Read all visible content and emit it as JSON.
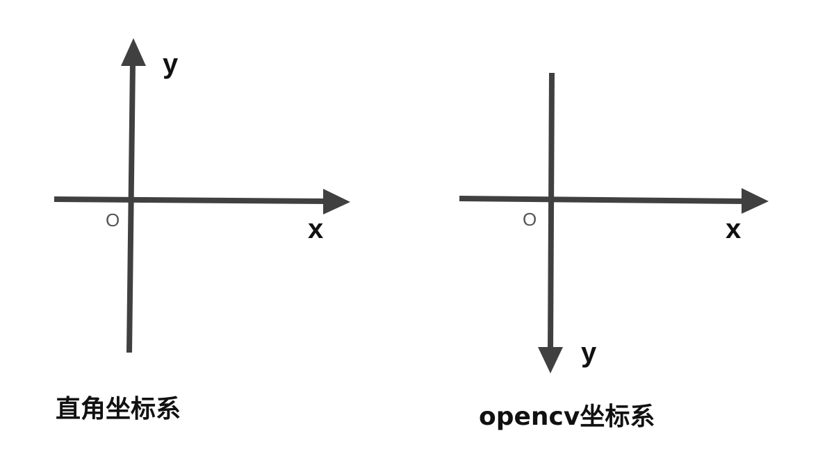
{
  "left_diagram": {
    "title": "直角坐标系",
    "x_label": "x",
    "y_label": "y",
    "origin_label": "O",
    "y_direction": "up"
  },
  "right_diagram": {
    "title": "opencv坐标系",
    "x_label": "x",
    "y_label": "y",
    "origin_label": "O",
    "y_direction": "down"
  },
  "colors": {
    "axis": "#404040",
    "text": "#111111"
  }
}
